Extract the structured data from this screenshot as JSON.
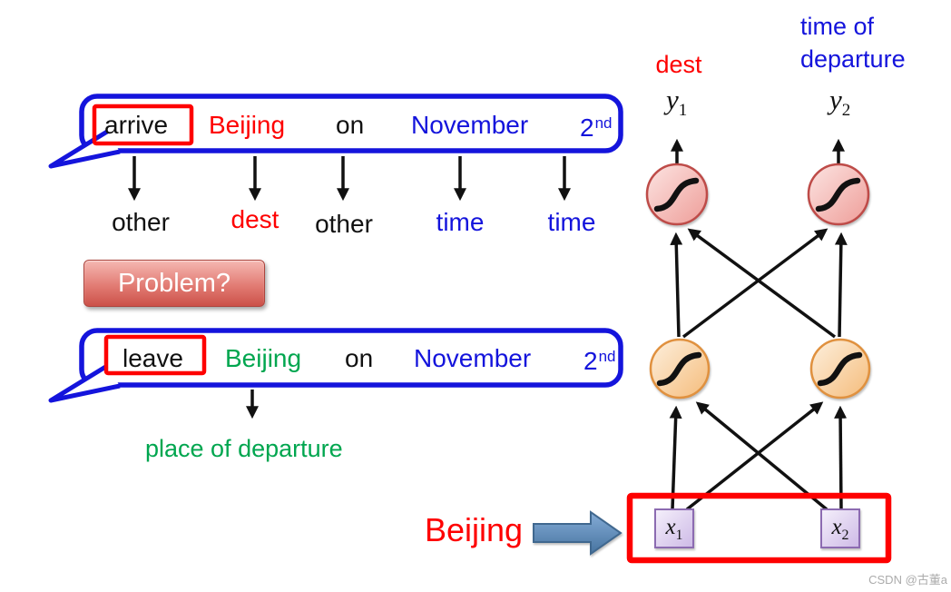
{
  "utterance1": {
    "w1": "arrive",
    "w2": "Beijing",
    "w3": "on",
    "w4": "November",
    "w5_base": "2",
    "w5_sup": "nd"
  },
  "slots": {
    "s1": "other",
    "s2": "dest",
    "s3": "other",
    "s4": "time",
    "s5": "time"
  },
  "problem": {
    "label": "Problem?"
  },
  "utterance2": {
    "w1": "leave",
    "w2": "Beijing",
    "w3": "on",
    "w4": "November",
    "w5_base": "2",
    "w5_sup": "nd"
  },
  "slot2": {
    "label": "place of departure"
  },
  "network": {
    "out1": "dest",
    "out2_line1": "time of",
    "out2_line2": "departure",
    "y1_base": "y",
    "y1_sub": "1",
    "y2_base": "y",
    "y2_sub": "2",
    "x1_base": "x",
    "x1_sub": "1",
    "x2_base": "x",
    "x2_sub": "2"
  },
  "input_word": "Beijing",
  "watermark": "CSDN @古董a",
  "colors": {
    "red": "#FE0000",
    "blue": "#1414DC",
    "green": "#00A64F",
    "bubble_border": "#1414DC",
    "neuron_pink_border": "#BE4B48",
    "neuron_orange_border": "#E0913F",
    "input_box_border": "#8C6BB1",
    "block_arrow_blue": "#4F81BD",
    "button_red": "#CC5149"
  }
}
